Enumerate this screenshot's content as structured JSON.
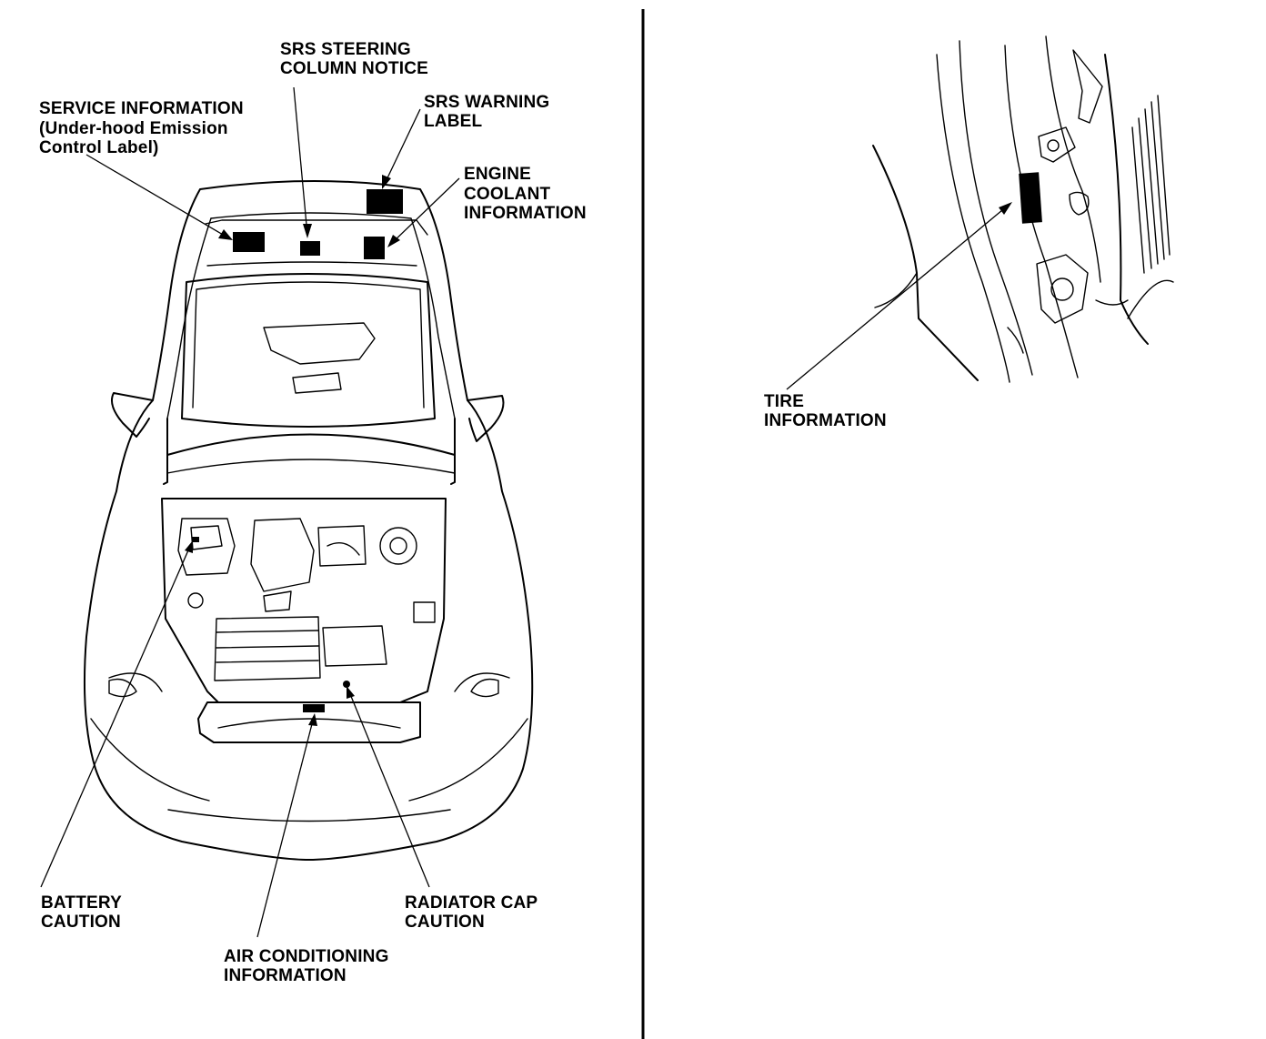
{
  "labels": {
    "srs_steering": [
      "SRS STEERING",
      "COLUMN NOTICE"
    ],
    "service_info": [
      "SERVICE INFORMATION",
      "(Under-hood Emission",
      "Control Label)"
    ],
    "srs_warning": [
      "SRS WARNING",
      "LABEL"
    ],
    "engine_coolant": [
      "ENGINE",
      "COOLANT",
      "INFORMATION"
    ],
    "battery": [
      "BATTERY",
      "CAUTION"
    ],
    "radiator_cap": [
      "RADIATOR CAP",
      "CAUTION"
    ],
    "air_conditioning": [
      "AIR CONDITIONING",
      "INFORMATION"
    ],
    "tire": [
      "TIRE",
      "INFORMATION"
    ]
  }
}
